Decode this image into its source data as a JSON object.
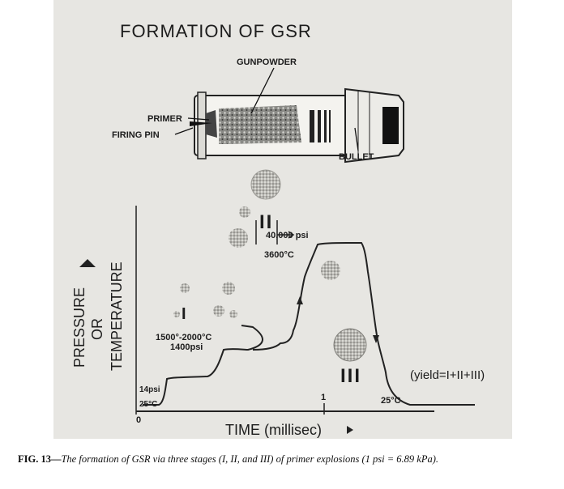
{
  "figure": {
    "title": "FORMATION OF GSR",
    "cartridge": {
      "gunpowder": "GUNPOWDER",
      "primer": "PRIMER",
      "firing_pin": "FIRING PIN",
      "bullet": "BULLET"
    },
    "graph": {
      "y_label_1": "PRESSURE",
      "y_label_2": "OR",
      "y_label_3": "TEMPERATURE",
      "x_label": "TIME (millisec)",
      "x_tick_0": "0",
      "x_tick_1": "1",
      "stage_1": "I",
      "stage_2": "II",
      "stage_3": "III",
      "start_pressure": "14psi",
      "start_temp": "25°C",
      "stage1_temp": "1500°-2000°C",
      "stage1_pressure": "1400psi",
      "stage2_pressure": "40,000 psi",
      "stage2_temp": "3600°C",
      "end_temp": "25°C",
      "yield": "(yield=I+II+III)"
    }
  },
  "caption": {
    "fig_label": "FIG. 13—",
    "text": "The formation of GSR via three stages (I, II, and III) of primer explosions (1 psi = 6.89 kPa)."
  }
}
